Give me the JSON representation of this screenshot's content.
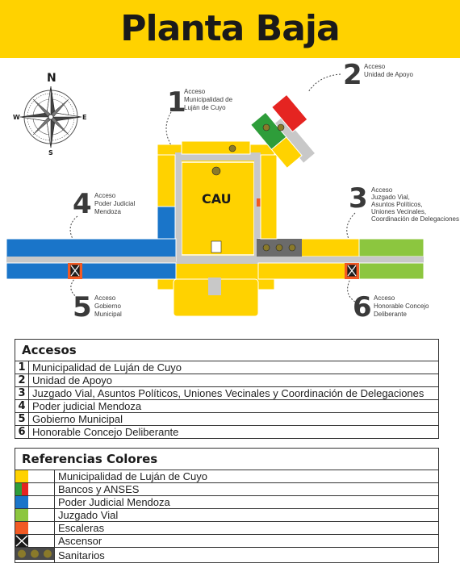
{
  "title": "Planta Baja",
  "compass": {
    "n": "N",
    "s": "S",
    "e": "E",
    "w": "W"
  },
  "map": {
    "cau_label": "CAU",
    "access_points": [
      {
        "num": "1",
        "lines": [
          "Acceso",
          "Municipalidad de",
          "Luján de Cuyo"
        ]
      },
      {
        "num": "2",
        "lines": [
          "Acceso",
          "Unidad de Apoyo"
        ]
      },
      {
        "num": "3",
        "lines": [
          "Acceso",
          "Juzgado Vial,",
          "Asuntos Políticos,",
          "Uniones Vecinales,",
          "Coordinación de Delegaciones"
        ]
      },
      {
        "num": "4",
        "lines": [
          "Acceso",
          "Poder Judicial",
          "Mendoza"
        ]
      },
      {
        "num": "5",
        "lines": [
          "Acceso",
          "Gobierno",
          "Municipal"
        ]
      },
      {
        "num": "6",
        "lines": [
          "Acceso",
          "Honorable Concejo",
          "Deliberante"
        ]
      }
    ]
  },
  "accesos": {
    "title": "Accesos",
    "items": [
      {
        "num": "1",
        "label": "Municipalidad de Luján de Cuyo"
      },
      {
        "num": "2",
        "label": "Unidad de Apoyo"
      },
      {
        "num": "3",
        "label": "Juzgado Vial, Asuntos Políticos, Uniones Vecinales y Coordinación de Delegaciones"
      },
      {
        "num": "4",
        "label": "Poder judicial Mendoza"
      },
      {
        "num": "5",
        "label": "Gobierno Municipal"
      },
      {
        "num": "6",
        "label": "Honorable Concejo Deliberante"
      }
    ]
  },
  "referencias": {
    "title": "Referencias Colores",
    "items": [
      {
        "label": "Municipalidad de Luján de Cuyo",
        "swatch": "yellow",
        "color": "#ffd200"
      },
      {
        "label": "Bancos y ANSES",
        "swatch": "red-green",
        "colors": [
          "#e52421",
          "#2e9d3a"
        ]
      },
      {
        "label": "Poder Judicial Mendoza",
        "swatch": "blue",
        "color": "#1a75c9"
      },
      {
        "label": "Juzgado Vial",
        "swatch": "light-green",
        "color": "#8cc63f"
      },
      {
        "label": "Escaleras",
        "swatch": "orange",
        "color": "#f15a24"
      },
      {
        "label": "Ascensor",
        "swatch": "elevator-icon"
      },
      {
        "label": "Sanitarios",
        "swatch": "restroom-icon"
      }
    ]
  }
}
